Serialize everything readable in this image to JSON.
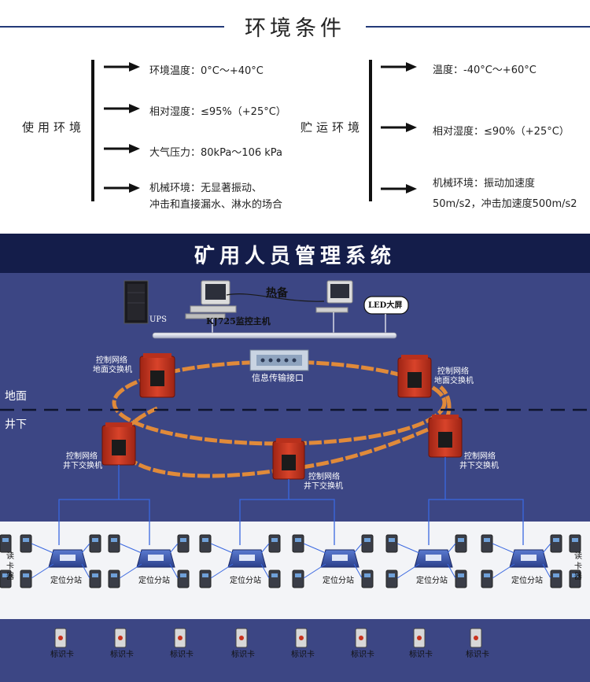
{
  "environment": {
    "title": "环境条件",
    "usage": {
      "label": "使用环境",
      "items": [
        "环境温度：0°C～+40°C",
        "相对湿度：≤95%（+25°C）",
        "大气压力：80kPa～106 kPa",
        "机械环境：无显著振动、",
        "冲击和直接漏水、淋水的场合"
      ]
    },
    "storage": {
      "label": "贮运环境",
      "items": [
        "温度：-40°C～+60°C",
        "相对湿度：≤90%（+25°C）",
        "机械环境：振动加速度",
        "50m/s2，冲击加速度500m/s2"
      ]
    }
  },
  "system": {
    "title": "矿用人员管理系统",
    "ups_label": "UPS",
    "hot_standby_label": "热备",
    "main_host_label": "KJ725监控主机",
    "led_label": "LED大屏",
    "interface_label": "信息传输接口",
    "surface_label": "地面",
    "underground_label": "井下",
    "surface_switch_left": [
      "控制网络",
      "地面交换机"
    ],
    "surface_switch_right": [
      "控制网络",
      "地面交换机"
    ],
    "underground_switch_left": [
      "控制网络",
      "井下交换机"
    ],
    "underground_switch_center": [
      "控制网络",
      "井下交换机"
    ],
    "underground_switch_right": [
      "控制网络",
      "井下交换机"
    ],
    "reader_label": [
      "读",
      "卡",
      "器"
    ],
    "substation_label": "定位分站",
    "substation_count": 6,
    "tag_label": "标识卡",
    "tag_count": 8
  },
  "colors": {
    "title_line": "#233a78",
    "diagram_bg": "#3c4684",
    "header_bg": "#141d4a",
    "switch_red": "#c8331e",
    "ring_orange": "#e08a3a",
    "substation_blue": "#3d5bb4"
  }
}
